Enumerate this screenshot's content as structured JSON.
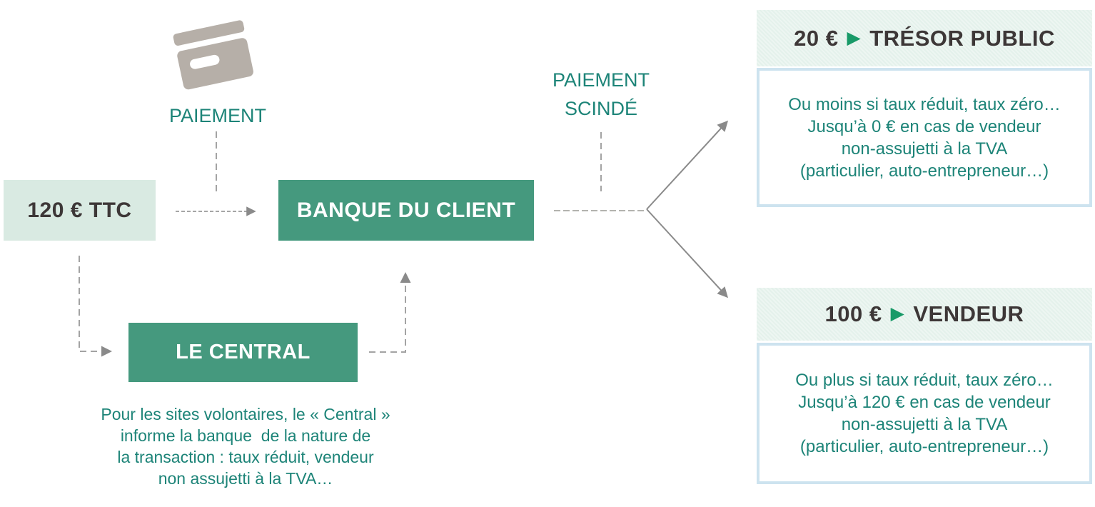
{
  "colors": {
    "teal_box": "#45997e",
    "light_green_box": "#d9eae2",
    "mint_band": "#e4f1eb",
    "result_box_border": "#cde3ef",
    "teal_text": "#1d8478",
    "dark_text": "#3d3737",
    "arrow_gray": "#8a8a8a",
    "card_gray": "#b6afa8",
    "triangle_green": "#189a68"
  },
  "nodes": {
    "ttc_amount": "120 € TTC",
    "bank": "BANQUE DU CLIENT",
    "central": "LE CENTRAL"
  },
  "labels": {
    "paiement": "PAIEMENT",
    "paiement_scinde": [
      "PAIEMENT",
      "SCINDÉ"
    ]
  },
  "central_note": {
    "lines": [
      "Pour les sites volontaires, le « Central »",
      "informe la banque  de la nature de",
      "la transaction : taux réduit, vendeur",
      "non assujetti à la TVA…"
    ]
  },
  "outcomes": {
    "tresor": {
      "amount": "20 €",
      "arrow": "▶",
      "name": "TRÉSOR PUBLIC",
      "lines": [
        "Ou moins si taux réduit, taux zéro…",
        "Jusqu’à 0 € en cas de vendeur",
        "non-assujetti à la TVA",
        "(particulier, auto-entrepreneur…)"
      ]
    },
    "vendeur": {
      "amount": "100 €",
      "arrow": "▶",
      "name": "VENDEUR",
      "lines": [
        "Ou plus si taux réduit, taux zéro…",
        "Jusqu’à 120 € en cas de vendeur",
        "non-assujetti à la TVA",
        "(particulier, auto-entrepreneur…)"
      ]
    }
  }
}
